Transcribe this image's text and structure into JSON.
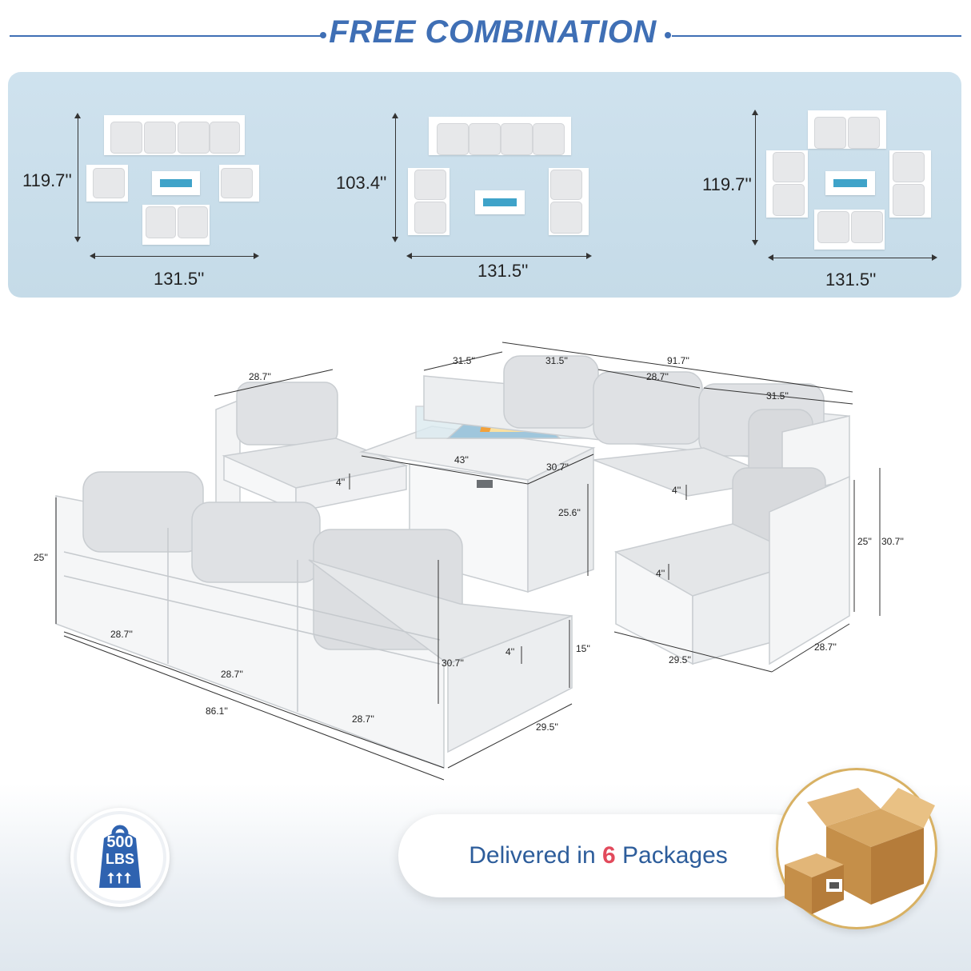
{
  "header": {
    "title": "FREE COMBINATION"
  },
  "combinations": [
    {
      "height": "119.7''",
      "width": "131.5''"
    },
    {
      "height": "103.4''",
      "width": "131.5''"
    },
    {
      "height": "119.7''",
      "width": "131.5''"
    }
  ],
  "dimensions": {
    "chair_back_width": "28.7''",
    "table_top_left": "31.5''",
    "table_top_mid": "31.5''",
    "overall_right": "91.7''",
    "right_sofa_a": "28.7''",
    "right_sofa_b": "31.5''",
    "table_length": "43''",
    "table_depth": "30.7''",
    "table_height": "25.6''",
    "cushion_left": "4''",
    "cushion_right": "4''",
    "cushion_corner": "4''",
    "cushion_front": "4''",
    "corner_back_height": "25''",
    "corner_total_height": "30.7''",
    "corner_width": "28.7''",
    "corner_depth": "29.5''",
    "left_back_height": "25''",
    "front_seat_1": "28.7''",
    "front_seat_2": "28.7''",
    "front_seat_3": "28.7''",
    "front_total": "86.1''",
    "front_depth": "29.5''",
    "front_height": "30.7''",
    "front_seat_height": "15''"
  },
  "badge": {
    "line1": "500",
    "line2": "LBS",
    "arrows": "⭡⭡⭡"
  },
  "delivery": {
    "prefix": "Delivered in ",
    "count": "6",
    "suffix": " Packages"
  },
  "icons": {
    "weight": "weight-icon",
    "box": "box-icon"
  },
  "colors": {
    "accent": "#3f6fb5",
    "panel": "#cfe2ee",
    "highlight": "#e24a5c",
    "fire": "#3fa3c9"
  }
}
